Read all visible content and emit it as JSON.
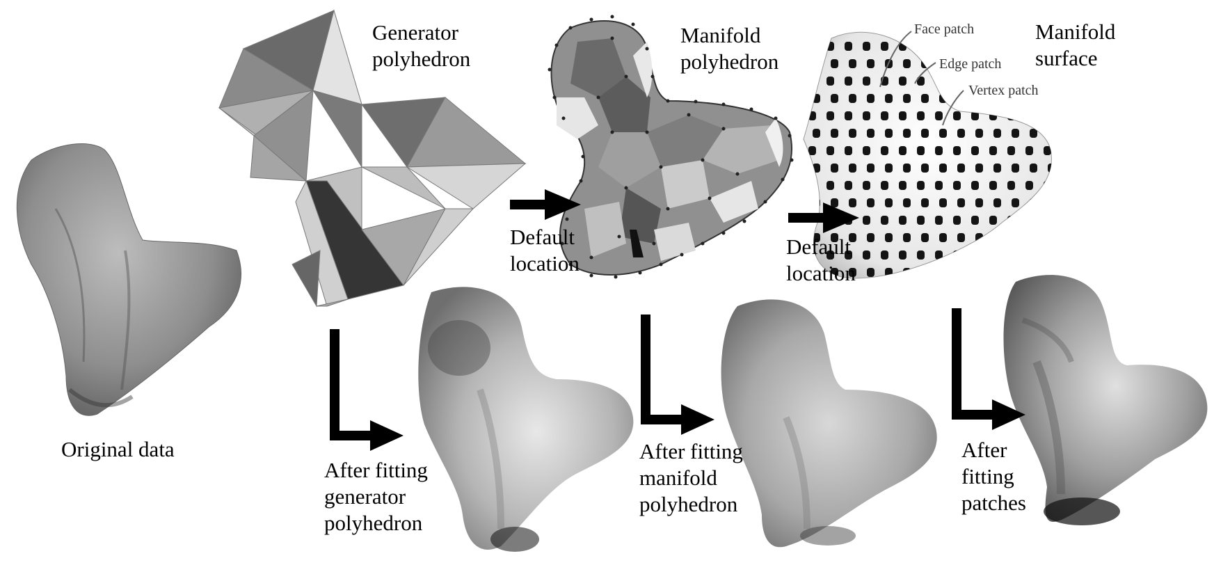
{
  "labels": {
    "original_data": "Original data",
    "generator_polyhedron": "Generator\npolyhedron",
    "manifold_polyhedron": "Manifold\npolyhedron",
    "manifold_surface": "Manifold\nsurface",
    "default_location_1": "Default\nlocation",
    "default_location_2": "Default\nlocation",
    "after_fitting_generator": "After fitting\ngenerator\npolyhedron",
    "after_fitting_manifold": "After fitting\nmanifold\npolyhedron",
    "after_fitting_patches": "After\nfitting\npatches",
    "face_patch": "Face patch",
    "edge_patch": "Edge patch",
    "vertex_patch": "Vertex patch"
  }
}
